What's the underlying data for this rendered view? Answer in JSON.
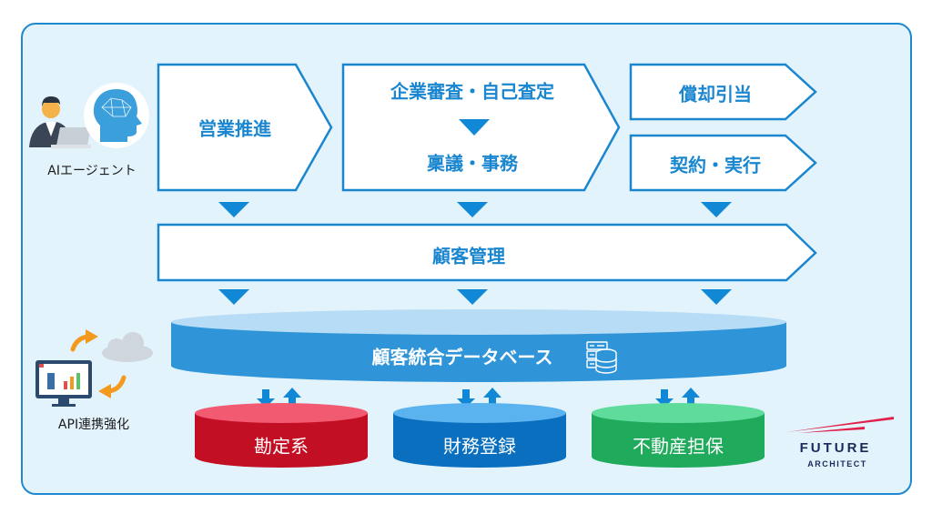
{
  "diagram": {
    "agent": {
      "label": "AIエージェント",
      "icons": [
        "person-laptop-icon",
        "ai-brain-head-icon"
      ]
    },
    "api": {
      "label": "API連携強化",
      "icons": [
        "monitor-dashboard-icon",
        "cloud-icon",
        "sync-arrows-icon"
      ]
    },
    "process_steps": [
      {
        "id": "sales",
        "label": "営業推進"
      },
      {
        "id": "review",
        "label": "企業審査・自己査定",
        "next_label": "稟議・事務"
      },
      {
        "id": "amortization",
        "label": "償却引当"
      },
      {
        "id": "contract",
        "label": "契約・実行"
      }
    ],
    "customer_management": {
      "label": "顧客管理"
    },
    "integrated_db": {
      "label": "顧客統合データベース",
      "icon": "server-database-icon"
    },
    "subsystems": [
      {
        "id": "accounting",
        "label": "勘定系",
        "color": "#c30f24",
        "top_color": "#f25a72"
      },
      {
        "id": "financial",
        "label": "財務登録",
        "color": "#0a6fbf",
        "top_color": "#5ab3ee"
      },
      {
        "id": "collateral",
        "label": "不動産担保",
        "color": "#1faa5c",
        "top_color": "#5fdc9b"
      }
    ],
    "logo": {
      "main": "FUTURE",
      "sub": "ARCHITECT"
    },
    "colors": {
      "accent": "#1a86cf",
      "arrow": "#1088d6",
      "background": "#e3f3fc",
      "border": "#1e88d0",
      "orange": "#f39a1e",
      "logo_red": "#e0204a"
    }
  }
}
